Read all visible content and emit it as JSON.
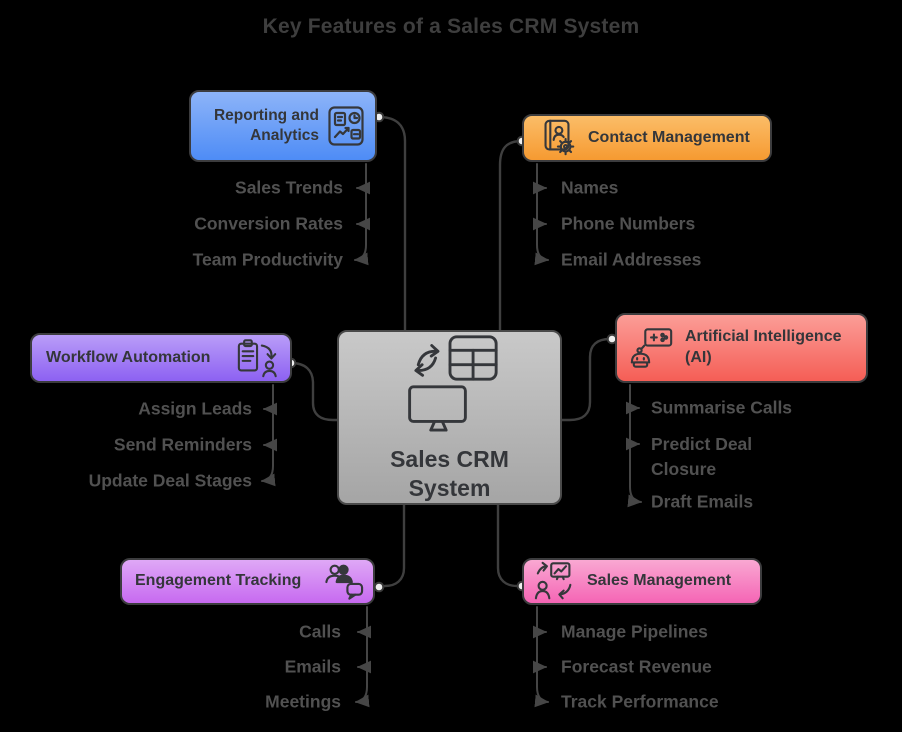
{
  "title": "Key Features of a Sales CRM System",
  "center": {
    "label": "Sales CRM System",
    "icon": "crm-system-icon"
  },
  "connector": {
    "line_color": "#3f3f3f",
    "dot_fill": "#efefef",
    "arrow_color": "#464646"
  },
  "branches": {
    "reporting": {
      "label": "Reporting and Analytics",
      "icon": "report-analytics-icon",
      "gradient_top": "#8db4f8",
      "gradient_bottom": "#4e8cf6",
      "leaves": [
        "Sales Trends",
        "Conversion Rates",
        "Team Productivity"
      ]
    },
    "contact": {
      "label": "Contact Management",
      "icon": "contact-book-gear-icon",
      "gradient_top": "#fbbd68",
      "gradient_bottom": "#f69a31",
      "leaves": [
        "Names",
        "Phone Numbers",
        "Email Addresses"
      ]
    },
    "workflow": {
      "label": "Workflow Automation",
      "icon": "task-list-automation-icon",
      "gradient_top": "#b99df8",
      "gradient_bottom": "#8d61f2",
      "leaves": [
        "Assign Leads",
        "Send Reminders",
        "Update Deal Stages"
      ]
    },
    "ai": {
      "label": "Artificial Intelligence (AI)",
      "icon": "robot-ai-icon",
      "gradient_top": "#fb9d97",
      "gradient_bottom": "#f55e56",
      "leaves": [
        "Summarise Calls",
        "Predict Deal Closure",
        "Draft Emails"
      ]
    },
    "engagement": {
      "label": "Engagement Tracking",
      "icon": "people-chat-icon",
      "gradient_top": "#dfa8f6",
      "gradient_bottom": "#c76af0",
      "leaves": [
        "Calls",
        "Emails",
        "Meetings"
      ]
    },
    "sales": {
      "label": "Sales Management",
      "icon": "sales-flow-icon",
      "gradient_top": "#f9a8d2",
      "gradient_bottom": "#f565b5",
      "leaves": [
        "Manage Pipelines",
        "Forecast Revenue",
        "Track Performance"
      ]
    }
  }
}
